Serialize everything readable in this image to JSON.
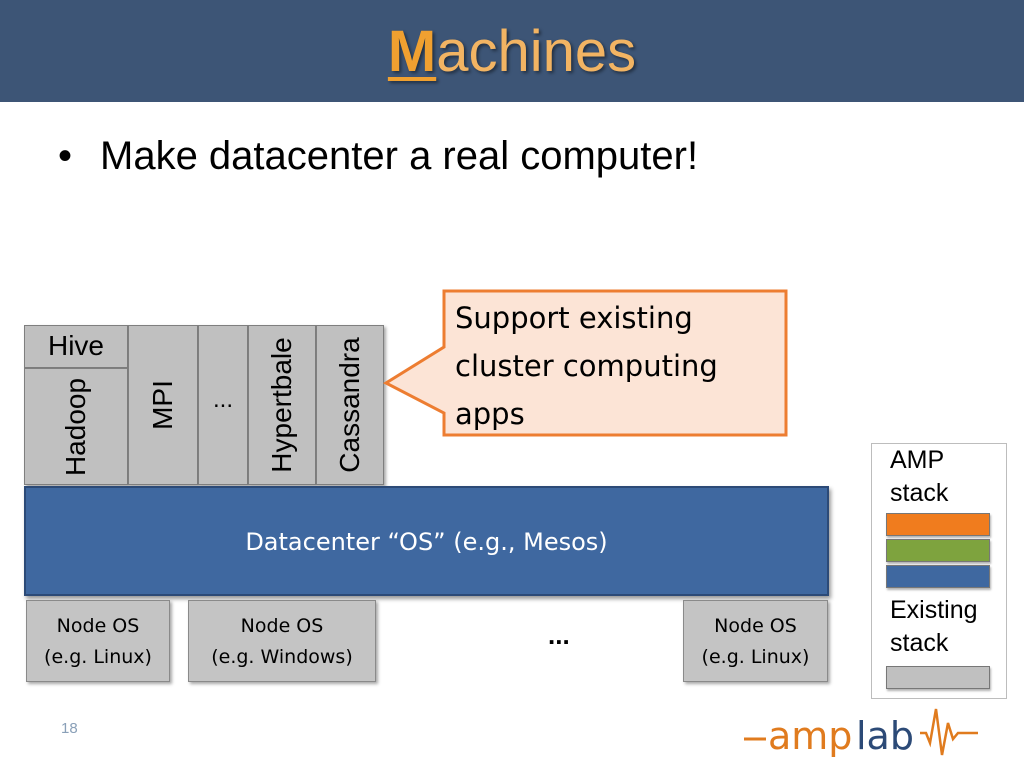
{
  "slide": {
    "title_first": "M",
    "title_rest": "achines",
    "bullet": "Make datacenter a real computer!",
    "page_number": "18"
  },
  "frameworks": {
    "hive": "Hive",
    "hadoop": "Hadoop",
    "mpi": "MPI",
    "ellipsis": "...",
    "hypertable": "Hypertbale",
    "cassandra": "Cassandra"
  },
  "callout": {
    "lines": [
      "Support existing",
      "cluster computing",
      "apps"
    ],
    "fill": "#fce4d6",
    "border": "#ed7d31"
  },
  "datacenter_os": {
    "label": "Datacenter “OS” (e.g., Mesos)",
    "color": "#3f68a0"
  },
  "nodes": [
    {
      "line1": "Node OS",
      "line2": "(e.g. Linux)"
    },
    {
      "line1": "Node OS",
      "line2": "(e.g. Windows)"
    },
    {
      "line1": "Node OS",
      "line2": "(e.g. Linux)"
    }
  ],
  "nodes_ellipsis": "...",
  "legend": {
    "amp_line1": "AMP",
    "amp_line2": "stack",
    "existing_line1": "Existing",
    "existing_line2": "stack",
    "colors": {
      "orange": "#f07c1e",
      "green": "#7ea33e",
      "blue": "#3f68a0",
      "gray": "#c0c0c0"
    }
  },
  "logo": {
    "part1": "amp",
    "part2": "lab"
  }
}
